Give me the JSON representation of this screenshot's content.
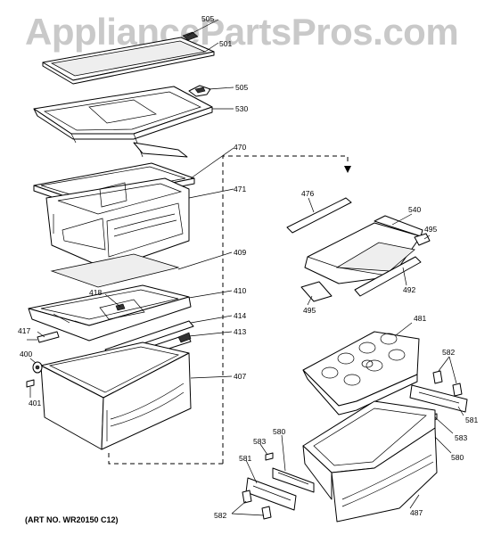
{
  "watermark": "AppliancePartsPros.com",
  "art_number": "(ART NO. WR20150 C12)",
  "callouts": {
    "c505a": "505",
    "c501": "501",
    "c505b": "505",
    "c530": "530",
    "c470": "470",
    "c471": "471",
    "c409": "409",
    "c410": "410",
    "c418": "418",
    "c414": "414",
    "c413": "413",
    "c417": "417",
    "c400": "400",
    "c401": "401",
    "c407": "407",
    "c476": "476",
    "c540": "540",
    "c495a": "495",
    "c492": "492",
    "c495b": "495",
    "c481": "481",
    "c582a": "582",
    "c581a": "581",
    "c583a": "583",
    "c580a": "580",
    "c583b": "583",
    "c580b": "580",
    "c581b": "581",
    "c582b": "582",
    "c487": "487"
  }
}
